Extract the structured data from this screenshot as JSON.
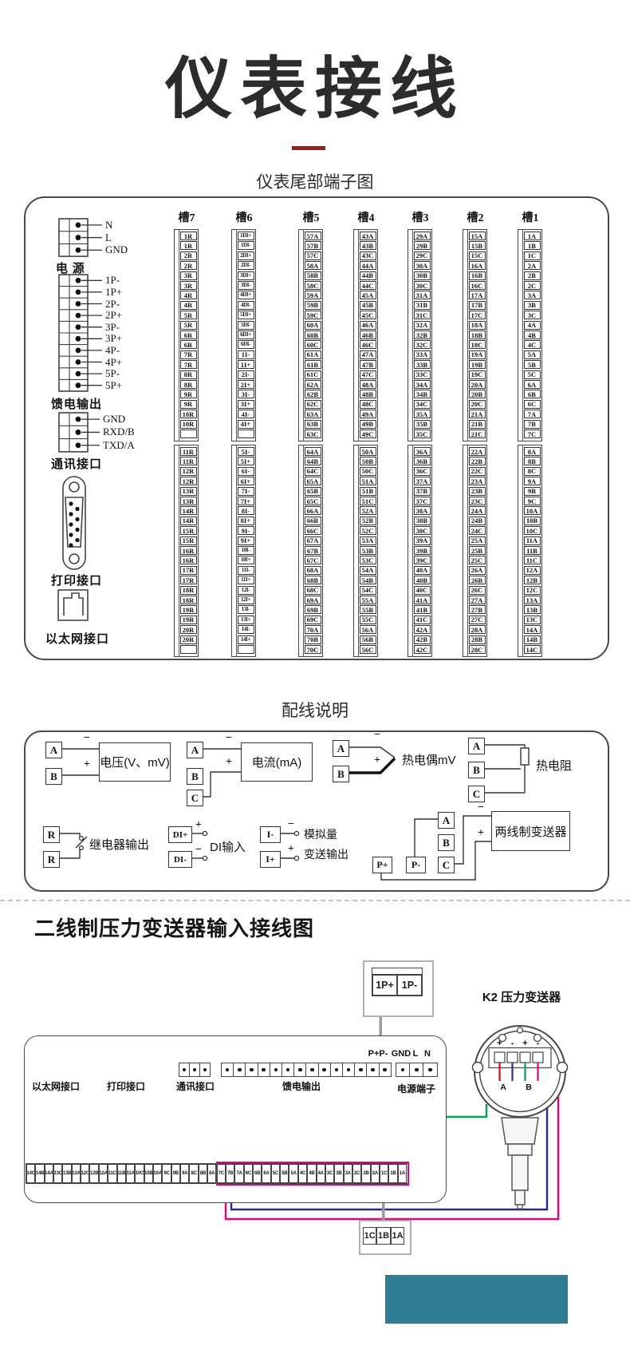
{
  "title": "仪表接线",
  "colors": {
    "accent_red": "#9a1c20",
    "wire_red": "#e60012",
    "wire_blue": "#2730a0",
    "wire_navy": "#232a8f",
    "wire_green": "#00a551",
    "wire_magenta": "#e4007f",
    "footer_teal": "#2e7e96"
  },
  "section1": {
    "heading": "仪表尾部端子图",
    "left": {
      "power": {
        "label": "电 源",
        "terminals": [
          "N",
          "L",
          "GND"
        ]
      },
      "feed": {
        "label": "馈电输出",
        "terminals": [
          "1P-",
          "1P+",
          "2P-",
          "2P+",
          "3P-",
          "3P+",
          "4P-",
          "4P+",
          "5P-",
          "5P+"
        ]
      },
      "comm": {
        "label": "通讯接口",
        "terminals": [
          "GND",
          "RXD/B",
          "TXD/A"
        ]
      },
      "print": {
        "label": "打印接口"
      },
      "ethernet": {
        "label": "以太网接口"
      }
    },
    "slots": [
      {
        "name": "槽7",
        "upper": [
          "1R",
          "1R",
          "2R",
          "2R",
          "3R",
          "3R",
          "4R",
          "4R",
          "5R",
          "5R",
          "6R",
          "6R",
          "7R",
          "7R",
          "8R",
          "8R",
          "9R",
          "9R",
          "10R",
          "10R",
          ""
        ],
        "lower": [
          "11R",
          "11R",
          "12R",
          "12R",
          "13R",
          "13R",
          "14R",
          "14R",
          "15R",
          "15R",
          "16R",
          "16R",
          "17R",
          "17R",
          "18R",
          "18R",
          "19R",
          "19R",
          "20R",
          "20R",
          ""
        ]
      },
      {
        "name": "槽6",
        "upper": [
          "1DI+",
          "1DI-",
          "2DI+",
          "2DI-",
          "3DI+",
          "3DI-",
          "4DI+",
          "4DI-",
          "5DI+",
          "5DI-",
          "6DI+",
          "6DI-",
          "1I-",
          "1I+",
          "2I-",
          "2I+",
          "3I-",
          "3I+",
          "4I-",
          "4I+",
          ""
        ],
        "lower": [
          "5I-",
          "5I+",
          "6I-",
          "6I+",
          "7I-",
          "7I+",
          "8I-",
          "8I+",
          "9I-",
          "9I+",
          "10I-",
          "10I+",
          "11I-",
          "11I+",
          "12I-",
          "12I+",
          "13I-",
          "13I+",
          "14I-",
          "14I+",
          ""
        ]
      },
      {
        "name": "槽5",
        "upper": [
          "57A",
          "57B",
          "57C",
          "58A",
          "58B",
          "58C",
          "59A",
          "59B",
          "59C",
          "60A",
          "60B",
          "60C",
          "61A",
          "61B",
          "61C",
          "62A",
          "62B",
          "62C",
          "63A",
          "63B",
          "63C"
        ],
        "lower": [
          "64A",
          "64B",
          "64C",
          "65A",
          "65B",
          "65C",
          "66A",
          "66B",
          "66C",
          "67A",
          "67B",
          "67C",
          "68A",
          "68B",
          "68C",
          "69A",
          "69B",
          "69C",
          "70A",
          "70B",
          "70C"
        ]
      },
      {
        "name": "槽4",
        "upper": [
          "43A",
          "43B",
          "43C",
          "44A",
          "44B",
          "44C",
          "45A",
          "45B",
          "45C",
          "46A",
          "46B",
          "46C",
          "47A",
          "47B",
          "47C",
          "48A",
          "48B",
          "48C",
          "49A",
          "49B",
          "49C"
        ],
        "lower": [
          "50A",
          "50B",
          "50C",
          "51A",
          "51B",
          "51C",
          "52A",
          "52B",
          "52C",
          "53A",
          "53B",
          "53C",
          "54A",
          "54B",
          "54C",
          "55A",
          "55B",
          "55C",
          "56A",
          "56B",
          "56C"
        ]
      },
      {
        "name": "槽3",
        "upper": [
          "29A",
          "29B",
          "29C",
          "30A",
          "30B",
          "30C",
          "31A",
          "31B",
          "31C",
          "32A",
          "32B",
          "32C",
          "33A",
          "33B",
          "33C",
          "34A",
          "34B",
          "34C",
          "35A",
          "35B",
          "35C"
        ],
        "lower": [
          "36A",
          "36B",
          "36C",
          "37A",
          "37B",
          "37C",
          "38A",
          "38B",
          "38C",
          "39A",
          "39B",
          "39C",
          "40A",
          "40B",
          "40C",
          "41A",
          "41B",
          "41C",
          "42A",
          "42B",
          "42C"
        ]
      },
      {
        "name": "槽2",
        "upper": [
          "15A",
          "15B",
          "15C",
          "16A",
          "16B",
          "16C",
          "17A",
          "17B",
          "17C",
          "18A",
          "18B",
          "18C",
          "19A",
          "19B",
          "19C",
          "20A",
          "20B",
          "20C",
          "21A",
          "21B",
          "21C"
        ],
        "lower": [
          "22A",
          "22B",
          "22C",
          "23A",
          "23B",
          "23C",
          "24A",
          "24B",
          "24C",
          "25A",
          "25B",
          "25C",
          "26A",
          "26B",
          "26C",
          "27A",
          "27B",
          "27C",
          "28A",
          "28B",
          "28C"
        ]
      },
      {
        "name": "槽1",
        "upper": [
          "1A",
          "1B",
          "1C",
          "2A",
          "2B",
          "2C",
          "3A",
          "3B",
          "3C",
          "4A",
          "4B",
          "4C",
          "5A",
          "5B",
          "5C",
          "6A",
          "6B",
          "6C",
          "7A",
          "7B",
          "7C"
        ],
        "lower": [
          "8A",
          "8B",
          "8C",
          "9A",
          "9B",
          "9C",
          "10A",
          "10B",
          "10C",
          "11A",
          "11B",
          "11C",
          "12A",
          "12B",
          "12C",
          "13A",
          "13B",
          "13C",
          "14A",
          "14B",
          "14C"
        ]
      }
    ]
  },
  "wiring": {
    "heading": "配线说明",
    "plus": "+",
    "minus": "−",
    "voltage": {
      "t1": "A",
      "t2": "B",
      "label": "电压(V、mV)"
    },
    "current": {
      "t1": "A",
      "t2": "B",
      "t3": "C",
      "label": "电流(mA)"
    },
    "tc": {
      "t1": "A",
      "t2": "B",
      "label": "热电偶mV"
    },
    "rtd": {
      "t1": "A",
      "t2": "B",
      "t3": "C",
      "label": "热电阻"
    },
    "relay": {
      "t1": "R",
      "t2": "R",
      "label": "继电器输出"
    },
    "di": {
      "t1": "DI+",
      "t2": "DI-",
      "label": "DI输入"
    },
    "analog": {
      "t1": "I-",
      "t2": "I+",
      "label1": "模拟量",
      "label2": "变送输出"
    },
    "two_wire": {
      "t1": "A",
      "t2": "B",
      "t3": "C",
      "p1": "P+",
      "p2": "P-",
      "label": "两线制变送器"
    }
  },
  "bottom": {
    "heading": "二线制压力变送器输入接线图",
    "probe": {
      "t1": "1P+",
      "t2": "1P-"
    },
    "panel": {
      "ethernet": "以太网接口",
      "printer": "打印接口",
      "comm": "通讯接口",
      "feed": "馈电输出",
      "power": "电源端子",
      "pp": "P+P-",
      "gnd": "GND",
      "l": "L",
      "n": "N"
    },
    "strip_left": [
      "14C",
      "14B",
      "14A",
      "13C",
      "13B",
      "13A",
      "12C",
      "12B",
      "12A",
      "11C",
      "11B",
      "11A",
      "10C",
      "10B",
      "10A",
      "9C",
      "9B",
      "9A",
      "8C",
      "8B",
      "8A"
    ],
    "strip_right": [
      "7C",
      "7B",
      "7A",
      "6C",
      "6B",
      "6A",
      "5C",
      "5B",
      "5A",
      "4C",
      "4B",
      "4A",
      "3C",
      "3B",
      "3A",
      "2C",
      "2B",
      "2A",
      "1C",
      "1B",
      "1A"
    ],
    "transmitter": {
      "label": "K2 压力变送器",
      "m1": "+",
      "m2": "-",
      "m3": "+",
      "m4": "-",
      "a": "A",
      "b": "B"
    },
    "callout": {
      "t1": "1C",
      "t2": "1B",
      "t3": "1A"
    }
  }
}
